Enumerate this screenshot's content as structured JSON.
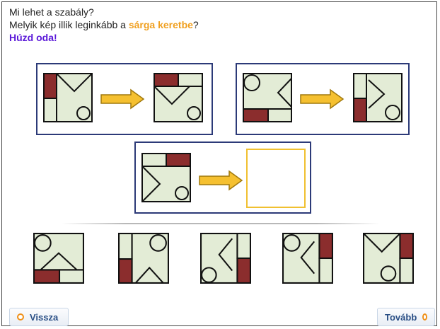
{
  "question": {
    "line1": "Mi lehet a szabály?",
    "line2_pre": "Melyik kép illik leginkább a ",
    "line2_highlight": "sárga keretbe",
    "line2_post": "?",
    "line3": "Húzd oda!"
  },
  "colors": {
    "tile_fill": "#e3ecd6",
    "accent_dark_red": "#8b2d2d",
    "frame_blue": "#2c3a78",
    "target_yellow": "#f0c030",
    "arrow_fill": "#f5c030",
    "highlight_orange": "#f0a020",
    "instruction_purple": "#5a18d8"
  },
  "examples": [
    {
      "id": "example-1",
      "from": "tile-a",
      "to": "tile-b"
    },
    {
      "id": "example-2",
      "from": "tile-c",
      "to": "tile-d"
    },
    {
      "id": "puzzle",
      "from": "tile-e",
      "to": "empty-target"
    }
  ],
  "options_count": 5,
  "nav": {
    "back_label": "Vissza",
    "next_label": "Tovább",
    "back_icon": "circle-bullet-icon",
    "next_icon": "circle-bullet-icon"
  }
}
